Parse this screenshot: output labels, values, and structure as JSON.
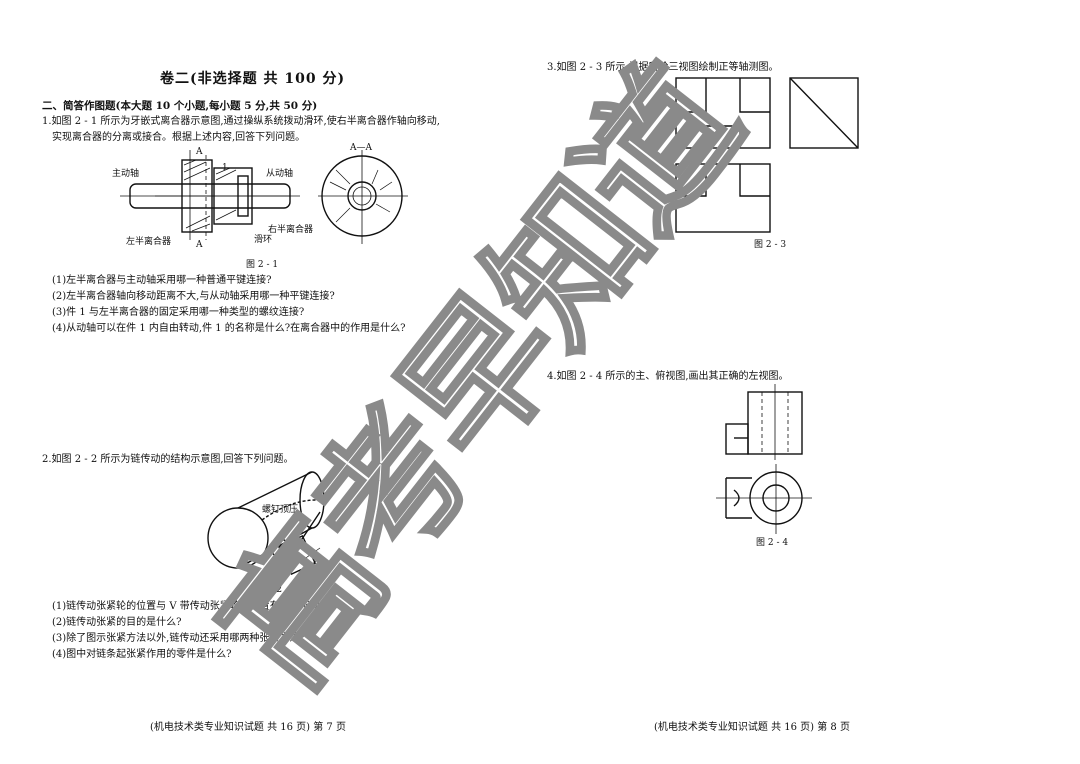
{
  "paper_title": "卷二(非选择题  共 100 分)",
  "section_heading": "二、简答作图题(本大题 10 个小题,每小题 5 分,共 50 分)",
  "q1": {
    "stem_line1": "1.如图 2 - 1 所示为牙嵌式离合器示意图,通过操纵系统拨动滑环,使右半离合器作轴向移动,",
    "stem_line2": "实现离合器的分离或接合。根据上述内容,回答下列问题。",
    "labels": {
      "driving_shaft": "主动轴",
      "driven_shaft": "从动轴",
      "left_half": "左半离合器",
      "right_half": "右半离合器",
      "slip_ring": "滑环",
      "part_no": "1",
      "section_mark": "A",
      "section_title": "A—A"
    },
    "caption": "图 2 - 1",
    "subquestions": [
      "(1)左半离合器与主动轴采用哪一种普通平键连接?",
      "(2)左半离合器轴向移动距离不大,与从动轴采用哪一种平键连接?",
      "(3)件 1 与左半离合器的固定采用哪一种类型的螺纹连接?",
      "(4)从动轴可以在件 1 内自由转动,件 1 的名称是什么?在离合器中的作用是什么?"
    ]
  },
  "q2": {
    "stem": "2.如图 2 - 2 所示为链传动的结构示意图,回答下列问题。",
    "label_screw": "螺钉顶压",
    "caption": "图 2 - 2",
    "subquestions": [
      "(1)链传动张紧轮的位置与 V 带传动张紧轮的位置有什么不同?",
      "(2)链传动张紧的目的是什么?",
      "(3)除了图示张紧方法以外,链传动还采用哪两种张紧方法?",
      "(4)图中对链条起张紧作用的零件是什么?"
    ]
  },
  "q3": {
    "stem": "3.如图 2 - 3 所示,根据所给三视图绘制正等轴测图。",
    "caption": "图 2 - 3"
  },
  "q4": {
    "stem": "4.如图 2 - 4 所示的主、俯视图,画出其正确的左视图。",
    "caption": "图 2 - 4"
  },
  "footer_left": "(机电技术类专业知识试题   共 16 页)   第 7 页",
  "footer_right": "(机电技术类专业知识试题   共 16 页)   第 8 页",
  "watermark": {
    "text": "高考早知道",
    "color": "#8a8a8a"
  }
}
